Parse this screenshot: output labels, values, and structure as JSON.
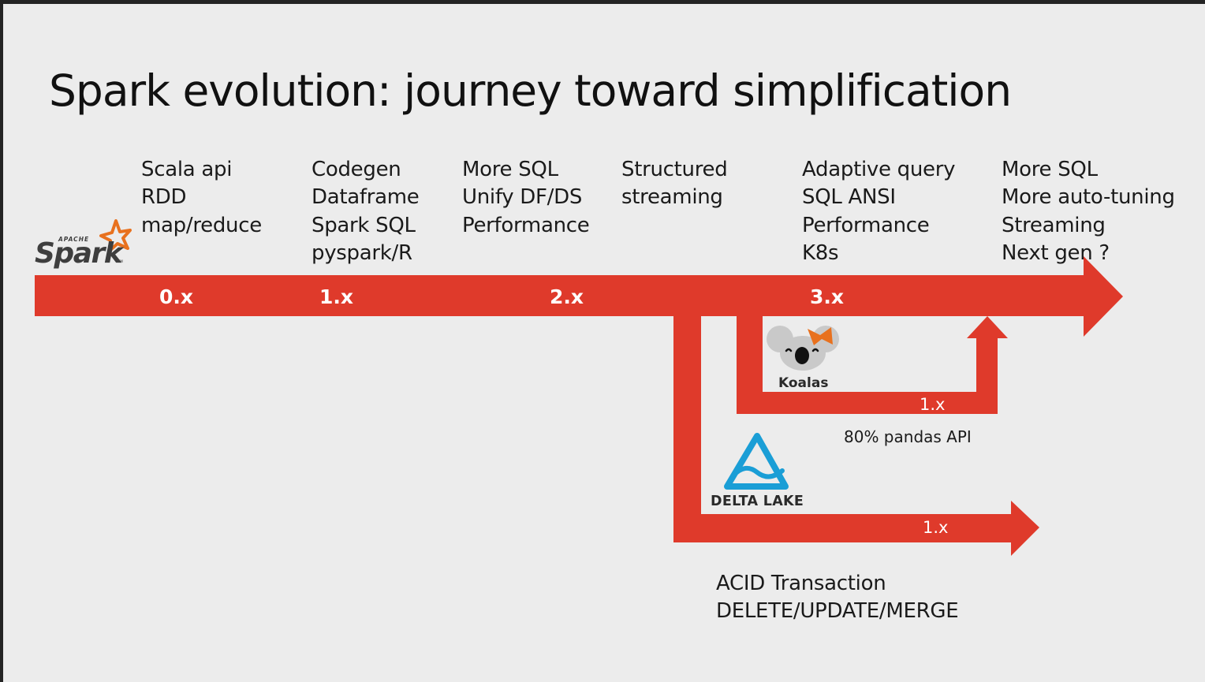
{
  "title": "Spark evolution: journey toward simplification",
  "logos": {
    "spark": {
      "apache": "APACHE",
      "name": "Spark",
      "tm": "TM"
    },
    "koalas": {
      "name": "Koalas"
    },
    "delta": {
      "name": "DELTA LAKE"
    }
  },
  "colors": {
    "arrow": "#df3a2b",
    "spark_orange": "#e8711e",
    "spark_dark": "#3e3e3e",
    "delta_blue": "#1a9ed6",
    "koala_grey": "#c9c9c9"
  },
  "features": [
    {
      "lines": [
        "Scala api",
        "RDD",
        "map/reduce"
      ]
    },
    {
      "lines": [
        "Codegen",
        "Dataframe",
        "Spark SQL",
        "pyspark/R"
      ]
    },
    {
      "lines": [
        "More SQL",
        "Unify DF/DS",
        "Performance"
      ]
    },
    {
      "lines": [
        "Structured",
        "streaming"
      ]
    },
    {
      "lines": [
        "Adaptive query",
        "SQL ANSI",
        "Performance",
        "K8s"
      ]
    },
    {
      "lines": [
        "More SQL",
        "More auto-tuning",
        "Streaming",
        "Next gen ?"
      ]
    }
  ],
  "versions": {
    "spark": [
      "0.x",
      "1.x",
      "2.x",
      "3.x"
    ],
    "koalas": "1.x",
    "delta": "1.x"
  },
  "notes": {
    "koalas": "80% pandas API",
    "delta": [
      "ACID Transaction",
      "DELETE/UPDATE/MERGE"
    ]
  }
}
